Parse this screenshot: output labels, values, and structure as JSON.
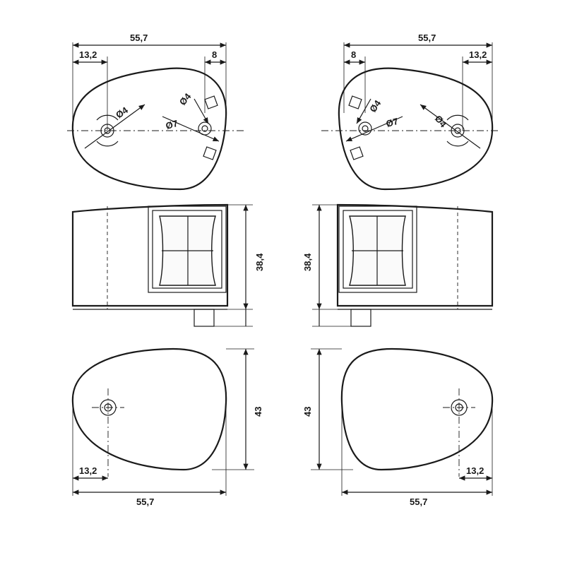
{
  "drawing": {
    "dims": {
      "overall_width": "55,7",
      "hole_offset": "13,2",
      "edge_offset": "8",
      "hole_diameter": "Ø4",
      "bore_diameter": "Ø7",
      "height": "38,4",
      "depth": "43"
    },
    "colors": {
      "ink": "#1a1a1a",
      "paper": "#ffffff"
    }
  }
}
